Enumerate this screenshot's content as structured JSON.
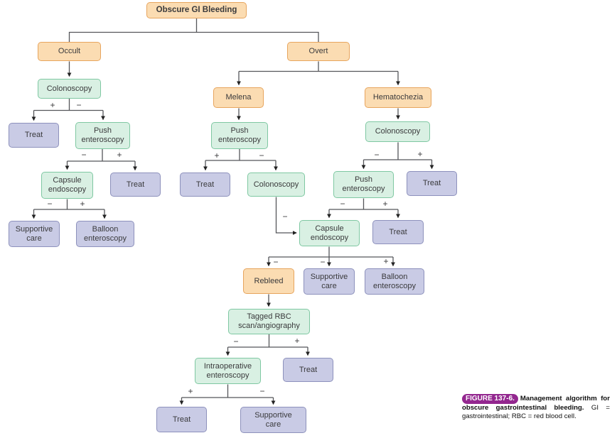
{
  "flowchart": {
    "title": "Obscure GI Bleeding",
    "signs": {
      "plus": "+",
      "minus": "−"
    },
    "palette": {
      "category_box": "#fbdcb2",
      "category_border": "#e7a55e",
      "procedure_box": "#d9f0e3",
      "procedure_border": "#7fc8a2",
      "outcome_box": "#c9cbe5",
      "outcome_border": "#8d91bc",
      "connector": "#55565a",
      "badge": "#93278f"
    },
    "nodes": {
      "root": {
        "label": "Obscure GI Bleeding"
      },
      "occult": {
        "label": "Occult"
      },
      "overt": {
        "label": "Overt"
      },
      "col_occ": {
        "label": "Colonoscopy"
      },
      "treat_occ": {
        "label": "Treat"
      },
      "push_occ": {
        "label": "Push\nenteroscopy"
      },
      "cap_occ": {
        "label": "Capsule\nendoscopy"
      },
      "treat_push_occ": {
        "label": "Treat"
      },
      "supp_occ": {
        "label": "Supportive\ncare"
      },
      "ball_occ": {
        "label": "Balloon\nenteroscopy"
      },
      "melena": {
        "label": "Melena"
      },
      "push_mel": {
        "label": "Push\nenteroscopy"
      },
      "treat_mel": {
        "label": "Treat"
      },
      "col_mel": {
        "label": "Colonoscopy"
      },
      "hema": {
        "label": "Hematochezia"
      },
      "col_hema": {
        "label": "Colonoscopy"
      },
      "push_hema": {
        "label": "Push\nenteroscopy"
      },
      "treat_col_hema": {
        "label": "Treat"
      },
      "cap_center": {
        "label": "Capsule\nendoscopy"
      },
      "treat_push_hema": {
        "label": "Treat"
      },
      "rebleed": {
        "label": "Rebleed"
      },
      "supp_center": {
        "label": "Supportive\ncare"
      },
      "ball_center": {
        "label": "Balloon\nenteroscopy"
      },
      "tagged": {
        "label": "Tagged RBC\nscan/angiography"
      },
      "intraop": {
        "label": "Intraoperative\nenteroscopy"
      },
      "treat_tag": {
        "label": "Treat"
      },
      "treat_intra": {
        "label": "Treat"
      },
      "supp_intra": {
        "label": "Supportive\ncare"
      }
    }
  },
  "caption": {
    "badge": "FIGURE 137-6.",
    "bold_text": "Management algorithm for obscure gastrointestinal bleeding.",
    "text": " GI = gastrointestinal; RBC = red blood cell."
  }
}
